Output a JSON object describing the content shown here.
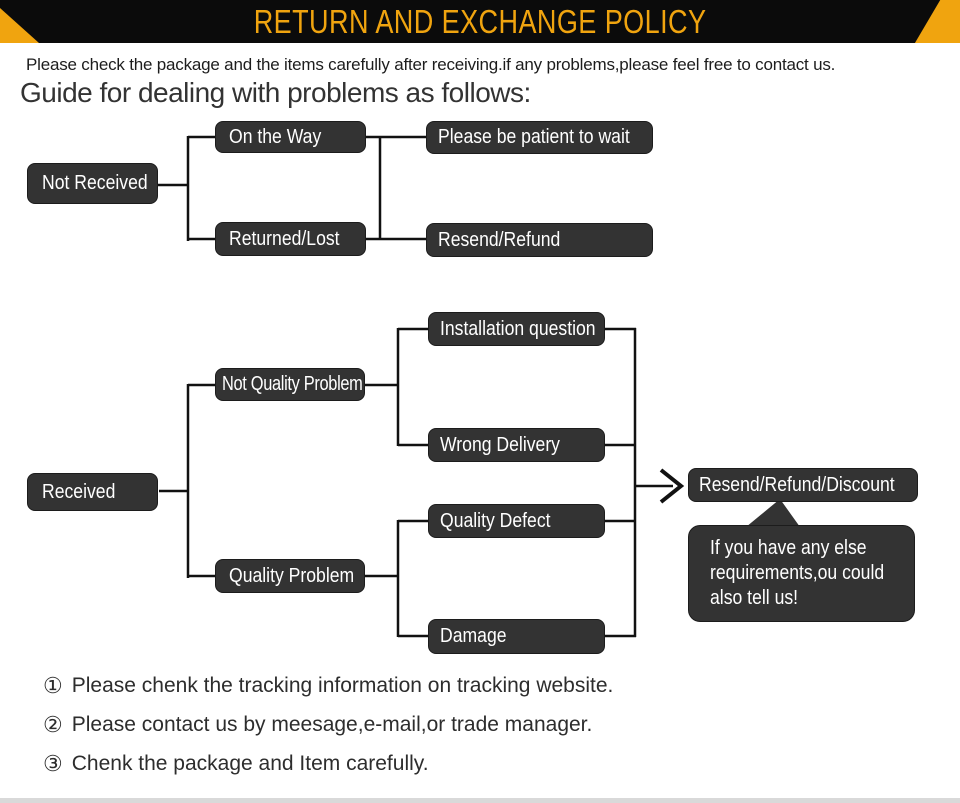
{
  "banner": {
    "title": "RETURN AND EXCHANGE POLICY"
  },
  "intro": {
    "note": "Please check the package and the items carefully after receiving.if any problems,please feel free to contact us.",
    "heading": "Guide for dealing with problems as follows:"
  },
  "flow_not_received": {
    "root": "Not Received",
    "on_the_way": "On the Way",
    "returned_lost": "Returned/Lost",
    "be_patient": "Please be patient to wait",
    "resend_refund": "Resend/Refund"
  },
  "flow_received": {
    "root": "Received",
    "not_quality_problem": "Not Quality Problem",
    "installation_question": "Installation question",
    "wrong_delivery": "Wrong Delivery",
    "quality_problem": "Quality Problem",
    "quality_defect": "Quality Defect",
    "damage": "Damage",
    "outcome": "Resend/Refund/Discount",
    "bubble_lines": [
      "If you have any else",
      "requirements,ou could",
      "also tell us!"
    ]
  },
  "notes": [
    {
      "marker": "①",
      "text": "Please chenk the tracking information on tracking website."
    },
    {
      "marker": "②",
      "text": "Please contact us by meesage,e-mail,or trade manager."
    },
    {
      "marker": "③",
      "text": "Chenk the package and Item carefully."
    }
  ],
  "colors": {
    "accent_gold": "#F0A40F",
    "banner_bg": "#0B0B0B",
    "node_fill": "#333333",
    "node_text": "#FFFFFF",
    "connector_line": "#111111",
    "bottom_strip": "#D9D9D9"
  }
}
